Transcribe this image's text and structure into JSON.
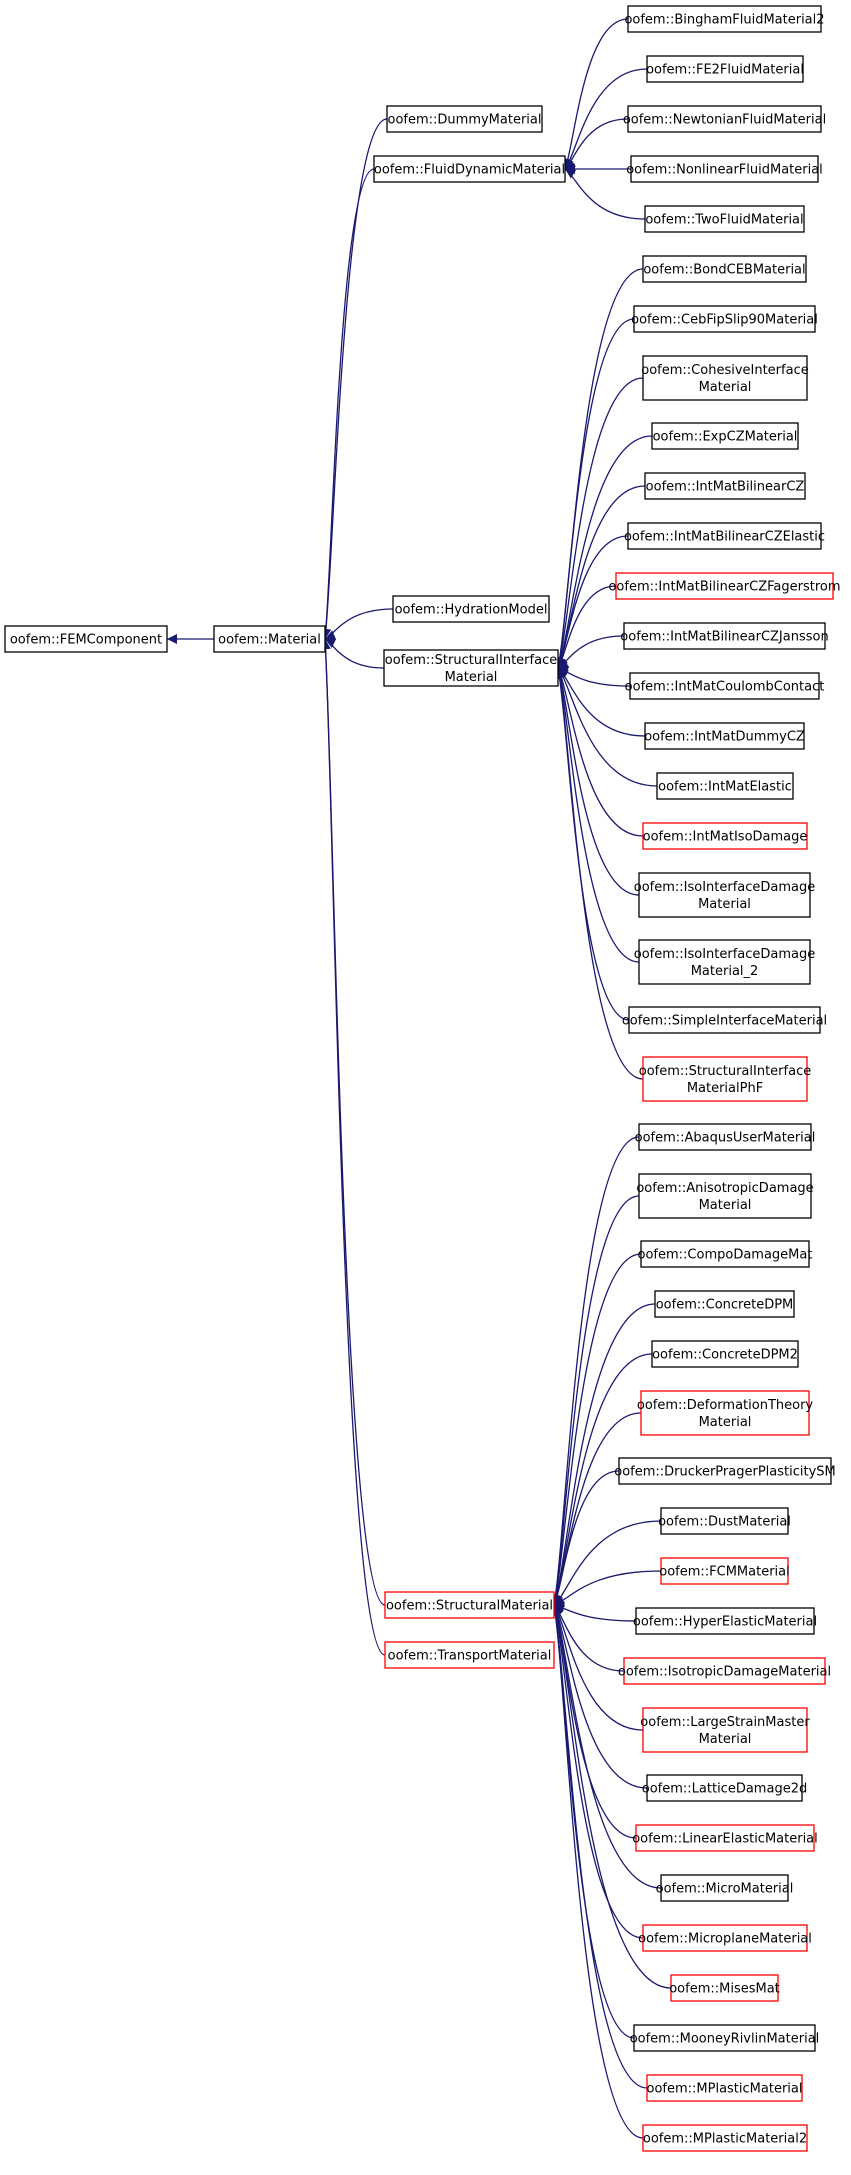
{
  "colors": {
    "edge": "#191970",
    "border_normal": "#000000",
    "border_truncated": "#ff0000",
    "focus_fill": "#bfbfbf",
    "background": "#ffffff"
  },
  "nodes": [
    {
      "id": "femcomponent",
      "lines": [
        "oofem::FEMComponent"
      ]
    },
    {
      "id": "material",
      "lines": [
        "oofem::Material"
      ],
      "focus": true
    },
    {
      "id": "dummy",
      "lines": [
        "oofem::DummyMaterial"
      ]
    },
    {
      "id": "fluiddyn",
      "lines": [
        "oofem::FluidDynamicMaterial"
      ]
    },
    {
      "id": "hydration",
      "lines": [
        "oofem::HydrationModel"
      ]
    },
    {
      "id": "structint",
      "lines": [
        "oofem::StructuralInterface",
        "Material"
      ]
    },
    {
      "id": "structmat",
      "lines": [
        "oofem::StructuralMaterial"
      ],
      "truncated": true
    },
    {
      "id": "transport",
      "lines": [
        "oofem::TransportMaterial"
      ],
      "truncated": true
    },
    {
      "id": "bingham",
      "lines": [
        "oofem::BinghamFluidMaterial2"
      ]
    },
    {
      "id": "fe2fluid",
      "lines": [
        "oofem::FE2FluidMaterial"
      ]
    },
    {
      "id": "newtonian",
      "lines": [
        "oofem::NewtonianFluidMaterial"
      ]
    },
    {
      "id": "nonlinearfluid",
      "lines": [
        "oofem::NonlinearFluidMaterial"
      ]
    },
    {
      "id": "twofluid",
      "lines": [
        "oofem::TwoFluidMaterial"
      ]
    },
    {
      "id": "bondceb",
      "lines": [
        "oofem::BondCEBMaterial"
      ]
    },
    {
      "id": "cebfip",
      "lines": [
        "oofem::CebFipSlip90Material"
      ]
    },
    {
      "id": "cohesive",
      "lines": [
        "oofem::CohesiveInterface",
        "Material"
      ]
    },
    {
      "id": "expcz",
      "lines": [
        "oofem::ExpCZMaterial"
      ]
    },
    {
      "id": "imbcz",
      "lines": [
        "oofem::IntMatBilinearCZ"
      ]
    },
    {
      "id": "imbcze",
      "lines": [
        "oofem::IntMatBilinearCZElastic"
      ]
    },
    {
      "id": "imbczf",
      "lines": [
        "oofem::IntMatBilinearCZFagerstrom"
      ],
      "truncated": true
    },
    {
      "id": "imbczj",
      "lines": [
        "oofem::IntMatBilinearCZJansson"
      ]
    },
    {
      "id": "imcoulomb",
      "lines": [
        "oofem::IntMatCoulombContact"
      ]
    },
    {
      "id": "imdummy",
      "lines": [
        "oofem::IntMatDummyCZ"
      ]
    },
    {
      "id": "imelastic",
      "lines": [
        "oofem::IntMatElastic"
      ]
    },
    {
      "id": "imiso",
      "lines": [
        "oofem::IntMatIsoDamage"
      ],
      "truncated": true
    },
    {
      "id": "isoint",
      "lines": [
        "oofem::IsoInterfaceDamage",
        "Material"
      ]
    },
    {
      "id": "isoint2",
      "lines": [
        "oofem::IsoInterfaceDamage",
        "Material_2"
      ]
    },
    {
      "id": "simpleint",
      "lines": [
        "oofem::SimpleInterfaceMaterial"
      ]
    },
    {
      "id": "structphf",
      "lines": [
        "oofem::StructuralInterface",
        "MaterialPhF"
      ],
      "truncated": true
    },
    {
      "id": "abaqus",
      "lines": [
        "oofem::AbaqusUserMaterial"
      ]
    },
    {
      "id": "anisodamage",
      "lines": [
        "oofem::AnisotropicDamage",
        "Material"
      ]
    },
    {
      "id": "compodamage",
      "lines": [
        "oofem::CompoDamageMat"
      ]
    },
    {
      "id": "concretedpm",
      "lines": [
        "oofem::ConcreteDPM"
      ]
    },
    {
      "id": "concretedpm2",
      "lines": [
        "oofem::ConcreteDPM2"
      ]
    },
    {
      "id": "deftheory",
      "lines": [
        "oofem::DeformationTheory",
        "Material"
      ],
      "truncated": true
    },
    {
      "id": "drucker",
      "lines": [
        "oofem::DruckerPragerPlasticitySM"
      ]
    },
    {
      "id": "dust",
      "lines": [
        "oofem::DustMaterial"
      ]
    },
    {
      "id": "fcm",
      "lines": [
        "oofem::FCMMaterial"
      ],
      "truncated": true
    },
    {
      "id": "hyperelastic",
      "lines": [
        "oofem::HyperElasticMaterial"
      ]
    },
    {
      "id": "isodamage",
      "lines": [
        "oofem::IsotropicDamageMaterial"
      ],
      "truncated": true
    },
    {
      "id": "largestrain",
      "lines": [
        "oofem::LargeStrainMaster",
        "Material"
      ],
      "truncated": true
    },
    {
      "id": "lattice",
      "lines": [
        "oofem::LatticeDamage2d"
      ]
    },
    {
      "id": "linelastic",
      "lines": [
        "oofem::LinearElasticMaterial"
      ],
      "truncated": true
    },
    {
      "id": "micro",
      "lines": [
        "oofem::MicroMaterial"
      ]
    },
    {
      "id": "microplane",
      "lines": [
        "oofem::MicroplaneMaterial"
      ],
      "truncated": true
    },
    {
      "id": "mises",
      "lines": [
        "oofem::MisesMat"
      ],
      "truncated": true
    },
    {
      "id": "mooney",
      "lines": [
        "oofem::MooneyRivlinMaterial"
      ]
    },
    {
      "id": "mplastic",
      "lines": [
        "oofem::MPlasticMaterial"
      ],
      "truncated": true
    },
    {
      "id": "mplastic2",
      "lines": [
        "oofem::MPlasticMaterial2"
      ],
      "truncated": true
    }
  ],
  "edges": [
    {
      "from": "material",
      "to": "femcomponent"
    },
    {
      "from": "dummy",
      "to": "material"
    },
    {
      "from": "fluiddyn",
      "to": "material"
    },
    {
      "from": "hydration",
      "to": "material"
    },
    {
      "from": "structint",
      "to": "material"
    },
    {
      "from": "structmat",
      "to": "material"
    },
    {
      "from": "transport",
      "to": "material"
    },
    {
      "from": "bingham",
      "to": "fluiddyn"
    },
    {
      "from": "fe2fluid",
      "to": "fluiddyn"
    },
    {
      "from": "newtonian",
      "to": "fluiddyn"
    },
    {
      "from": "nonlinearfluid",
      "to": "fluiddyn"
    },
    {
      "from": "twofluid",
      "to": "fluiddyn"
    },
    {
      "from": "bondceb",
      "to": "structint"
    },
    {
      "from": "cebfip",
      "to": "structint"
    },
    {
      "from": "cohesive",
      "to": "structint"
    },
    {
      "from": "expcz",
      "to": "structint"
    },
    {
      "from": "imbcz",
      "to": "structint"
    },
    {
      "from": "imbcze",
      "to": "structint"
    },
    {
      "from": "imbczf",
      "to": "structint"
    },
    {
      "from": "imbczj",
      "to": "structint"
    },
    {
      "from": "imcoulomb",
      "to": "structint"
    },
    {
      "from": "imdummy",
      "to": "structint"
    },
    {
      "from": "imelastic",
      "to": "structint"
    },
    {
      "from": "imiso",
      "to": "structint"
    },
    {
      "from": "isoint",
      "to": "structint"
    },
    {
      "from": "isoint2",
      "to": "structint"
    },
    {
      "from": "simpleint",
      "to": "structint"
    },
    {
      "from": "structphf",
      "to": "structint"
    },
    {
      "from": "abaqus",
      "to": "structmat"
    },
    {
      "from": "anisodamage",
      "to": "structmat"
    },
    {
      "from": "compodamage",
      "to": "structmat"
    },
    {
      "from": "concretedpm",
      "to": "structmat"
    },
    {
      "from": "concretedpm2",
      "to": "structmat"
    },
    {
      "from": "deftheory",
      "to": "structmat"
    },
    {
      "from": "drucker",
      "to": "structmat"
    },
    {
      "from": "dust",
      "to": "structmat"
    },
    {
      "from": "fcm",
      "to": "structmat"
    },
    {
      "from": "hyperelastic",
      "to": "structmat"
    },
    {
      "from": "isodamage",
      "to": "structmat"
    },
    {
      "from": "largestrain",
      "to": "structmat"
    },
    {
      "from": "lattice",
      "to": "structmat"
    },
    {
      "from": "linelastic",
      "to": "structmat"
    },
    {
      "from": "micro",
      "to": "structmat"
    },
    {
      "from": "microplane",
      "to": "structmat"
    },
    {
      "from": "mises",
      "to": "structmat"
    },
    {
      "from": "mooney",
      "to": "structmat"
    },
    {
      "from": "mplastic",
      "to": "structmat"
    },
    {
      "from": "mplastic2",
      "to": "structmat"
    }
  ]
}
